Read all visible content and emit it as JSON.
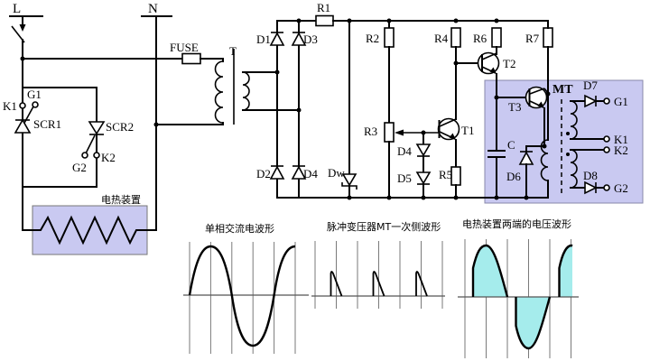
{
  "colors": {
    "box_fill": "#c9c9f1",
    "waveform_fill": "#a5ecec",
    "wire": "#000000",
    "grid": "#7a7a7a"
  },
  "schematic": {
    "terminals": {
      "l": "L",
      "n": "N"
    },
    "fuse_label": "FUSE",
    "transformer_label": "T",
    "scr_section": {
      "scr1": "SCR1",
      "scr2": "SCR2",
      "k1": "K1",
      "g1": "G1",
      "g2": "G2",
      "k2": "K2"
    },
    "heater_label": "电热装置",
    "rectifier": {
      "d1": "D1",
      "d2": "D2",
      "d3": "D3",
      "d4": "D4"
    },
    "resistors": {
      "r1": "R1",
      "r2": "R2",
      "r3": "R3",
      "r4": "R4",
      "r5": "R5",
      "r6": "R6",
      "r7": "R7"
    },
    "zener_label": "Dw",
    "diodes": {
      "d4": "D4",
      "d5": "D5",
      "d6": "D6",
      "d7": "D7",
      "d8": "D8"
    },
    "transistors": {
      "t1": "T1",
      "t2": "T2",
      "t3": "T3"
    },
    "trigger_box": {
      "mt": "MT",
      "c": "C",
      "g1": "G1",
      "k1": "K1",
      "k2": "K2",
      "g2": "G2"
    }
  },
  "waveforms": [
    {
      "title": "单相交流电波形",
      "type": "sine",
      "cycles": 1.25,
      "description": "single-phase AC sine wave, zero crossings and peaks aligned to gridlines"
    },
    {
      "title": "脉冲变压器MT一次侧波形",
      "type": "pulse",
      "pulse_count": 3,
      "description": "narrow sawtooth trigger pulses on MT primary, one per half cycle"
    },
    {
      "title": "电热装置两端的电压波形",
      "type": "phase-controlled-sine",
      "segments": 3,
      "description": "phase-chopped sine across heater: late turn-on, positive / negative / positive humps, cyan filled"
    }
  ]
}
